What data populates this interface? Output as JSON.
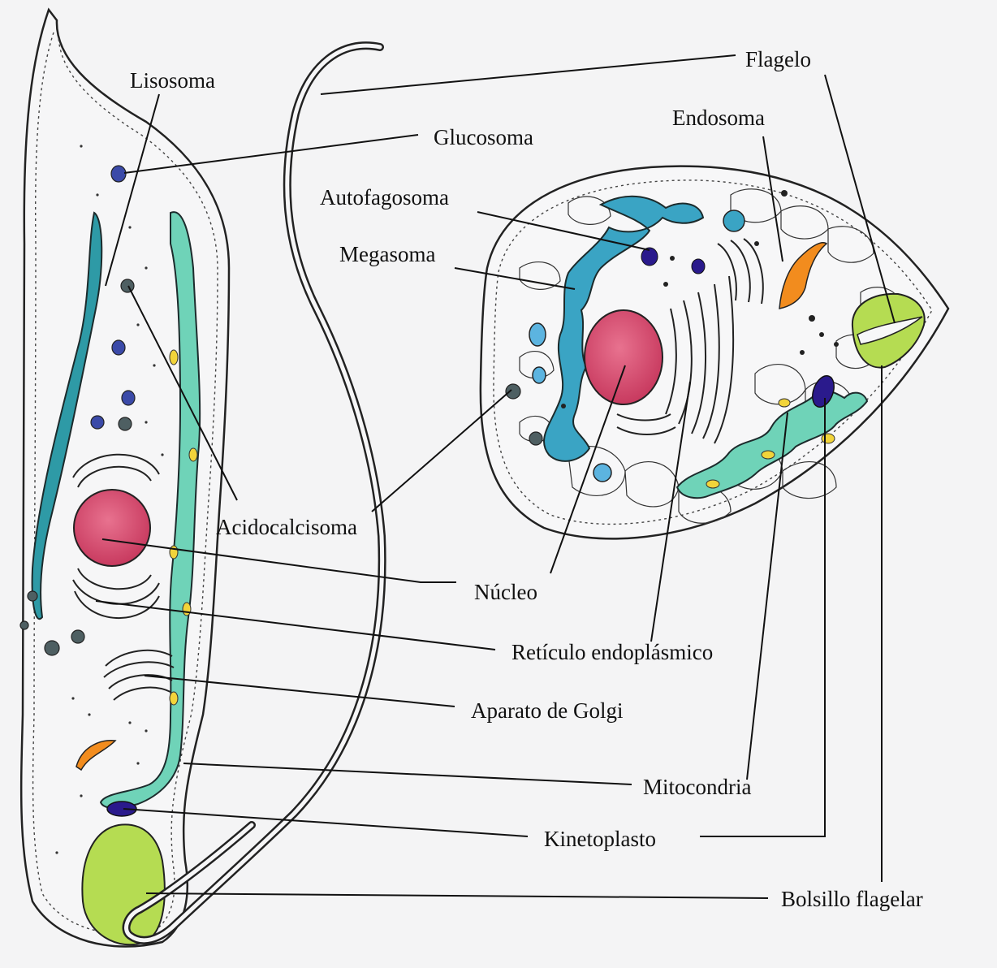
{
  "labels": {
    "flagelo": "Flagelo",
    "lisosoma": "Lisosoma",
    "glucosoma": "Glucosoma",
    "endosoma": "Endosoma",
    "autofagosoma": "Autofagosoma",
    "megasoma": "Megasoma",
    "acidocalcisoma": "Acidocalcisoma",
    "nucleo": "Núcleo",
    "reticulo": "Retículo endoplásmico",
    "golgi": "Aparato de Golgi",
    "mitocondria": "Mitocondria",
    "kinetoplasto": "Kinetoplasto",
    "bolsillo": "Bolsillo flagelar"
  },
  "colors": {
    "background": "#f4f4f5",
    "outline": "#222222",
    "nucleus": "#d9466e",
    "mitochondria": "#6fd3b8",
    "lysosome": "#2e9aa6",
    "reticulum": "#3aa4c4",
    "vesicle_blue": "#3b4aa8",
    "acidocalcisome": "#4e5f62",
    "endosome": "#f28c1e",
    "flagellar_pocket": "#b5dc52",
    "kinetoplast": "#2a1a8c",
    "mito_accent": "#f2d43a"
  }
}
